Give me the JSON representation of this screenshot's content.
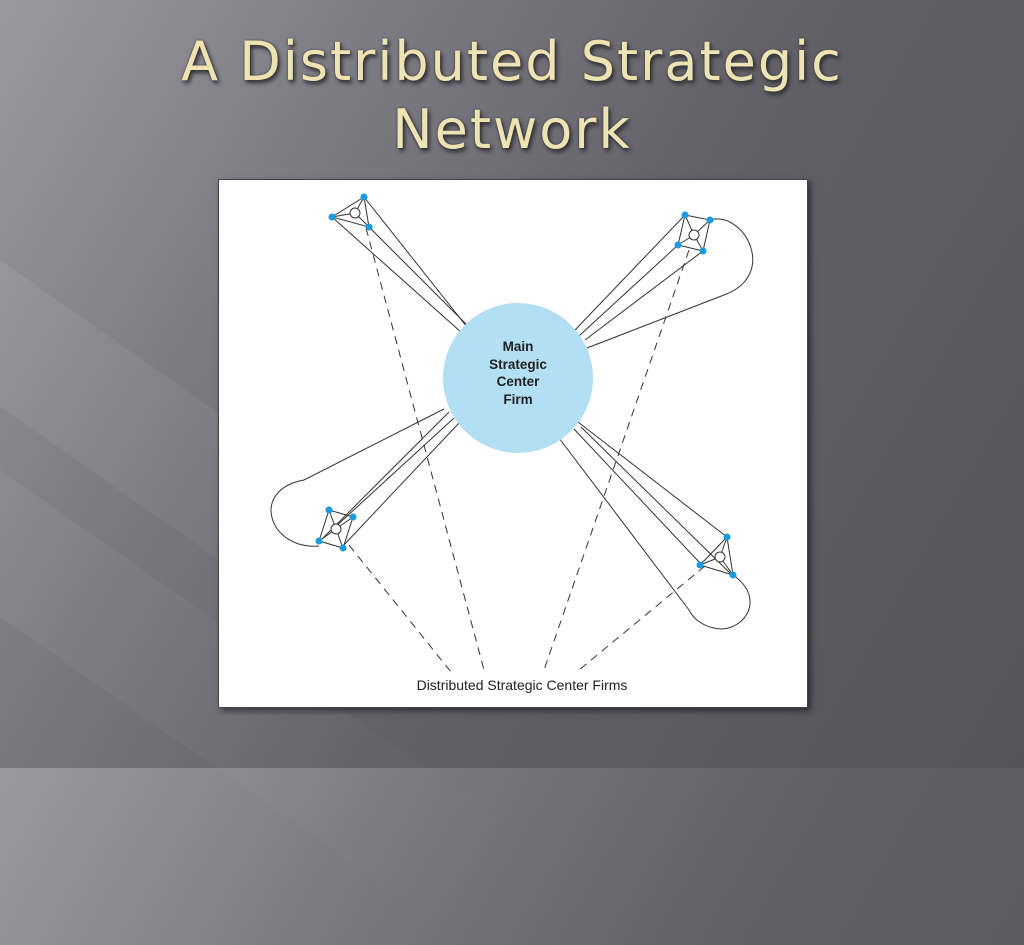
{
  "slide": {
    "title_line1": "A Distributed Strategic",
    "title_line2": "Network"
  },
  "diagram": {
    "center_label": [
      "Main",
      "Strategic",
      "Center",
      "Firm"
    ],
    "caption": "Distributed Strategic Center Firms",
    "colors": {
      "center_fill": "#b3dff4",
      "node_dot": "#1a9be0",
      "line": "#333333",
      "title_text": "#eee3b3"
    }
  }
}
